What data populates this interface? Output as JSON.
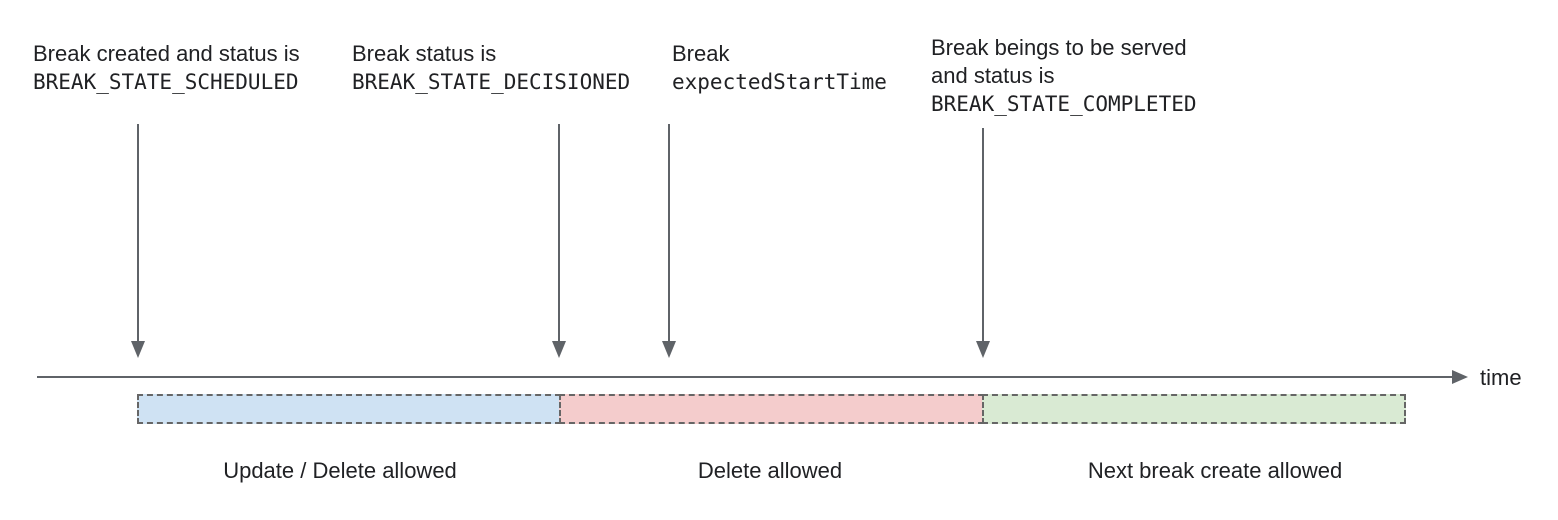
{
  "annotations": [
    {
      "line1": "Break created and status is",
      "code": "BREAK_STATE_SCHEDULED"
    },
    {
      "line1": "Break status is",
      "code": "BREAK_STATE_DECISIONED"
    },
    {
      "line1": "Break",
      "code": "expectedStartTime"
    },
    {
      "line1": "Break beings to be served",
      "line2": "and status is",
      "code": "BREAK_STATE_COMPLETED"
    }
  ],
  "timeline": {
    "axis_label": "time"
  },
  "segments": [
    {
      "label": "Update / Delete allowed",
      "color": "#cfe2f3"
    },
    {
      "label": "Delete allowed",
      "color": "#f4cccc"
    },
    {
      "label": "Next break create allowed",
      "color": "#d9ead3"
    }
  ],
  "colors": {
    "segment-blue": "#cfe2f3",
    "segment-red": "#f4cccc",
    "segment-green": "#d9ead3",
    "dash-border": "#666666",
    "arrow-gray": "#5f6368",
    "text": "#202124"
  }
}
